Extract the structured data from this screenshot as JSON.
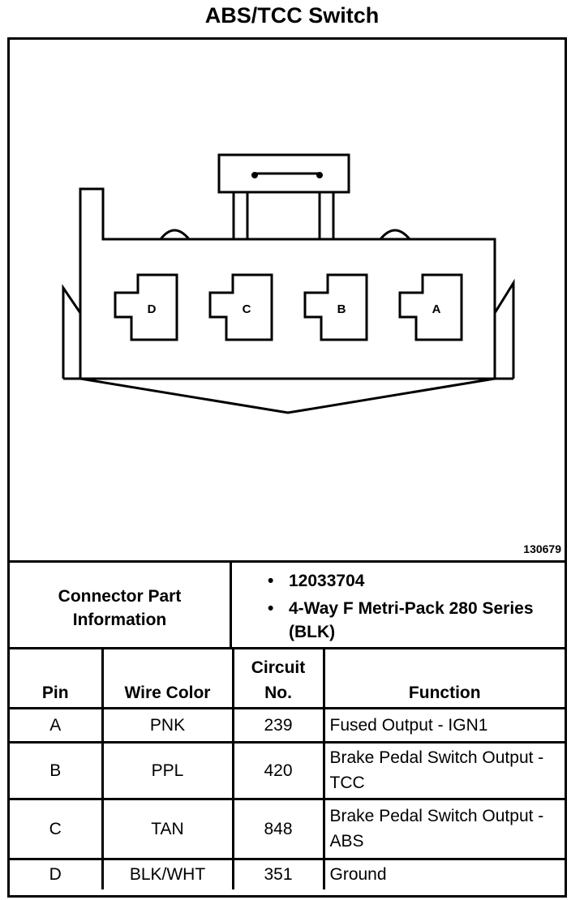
{
  "title": "ABS/TCC Switch",
  "figure_id": "130679",
  "connector": {
    "pins": [
      "D",
      "C",
      "B",
      "A"
    ]
  },
  "info": {
    "label": "Connector Part Information",
    "items": [
      "12033704",
      "4-Way F Metri-Pack 280 Series (BLK)"
    ]
  },
  "table": {
    "headers": {
      "pin": "Pin",
      "wire_color": "Wire Color",
      "circuit_line1": "Circuit",
      "circuit_line2": "No.",
      "function": "Function"
    },
    "rows": [
      {
        "pin": "A",
        "wire": "PNK",
        "circuit": "239",
        "function": "Fused Output - IGN1"
      },
      {
        "pin": "B",
        "wire": "PPL",
        "circuit": "420",
        "function": "Brake Pedal Switch Output - TCC"
      },
      {
        "pin": "C",
        "wire": "TAN",
        "circuit": "848",
        "function": "Brake Pedal Switch Output - ABS"
      },
      {
        "pin": "D",
        "wire": "BLK/WHT",
        "circuit": "351",
        "function": "Ground"
      }
    ]
  }
}
